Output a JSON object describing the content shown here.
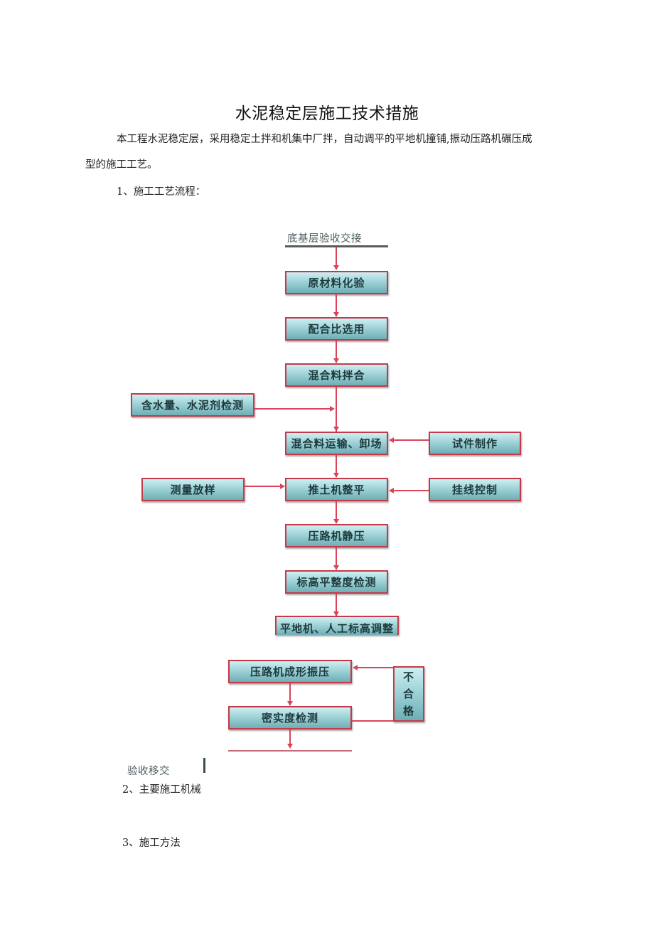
{
  "document": {
    "title": "水泥稳定层施工技术措施",
    "intro_line1": "本工程水泥稳定层，采用稳定土拌和机集中厂拌，自动调平的平地机撞铺,振动压路机碾压成",
    "intro_line2": "型的施工工艺。",
    "section1": "1、施工工艺流程：",
    "section2": "2、主要施工机械",
    "section3": "3、施工方法"
  },
  "flowchart": {
    "colors": {
      "border": "#c43a4a",
      "arrow": "#d9445a",
      "fill_top": "#cdeff2",
      "fill_bottom": "#6eaeb5",
      "text": "#1e3a3c"
    },
    "start_label": "底基层验收交接",
    "main_steps": [
      "原材料化验",
      "配合比选用",
      "混合料拌合",
      "混合料运输、卸场",
      "推土机整平",
      "压路机静压",
      "标高平整度检测",
      "平地机、人工标高调整",
      "压路机成形振压",
      "密实度检测"
    ],
    "side_inputs": {
      "moisture_check": "含水量、水泥剂检测",
      "specimen_making": "试件制作",
      "survey_layout": "测量放样",
      "string_line_control": "挂线控制"
    },
    "fail_loop_label": [
      "不",
      "合",
      "格"
    ],
    "end_label": "验收移交"
  }
}
